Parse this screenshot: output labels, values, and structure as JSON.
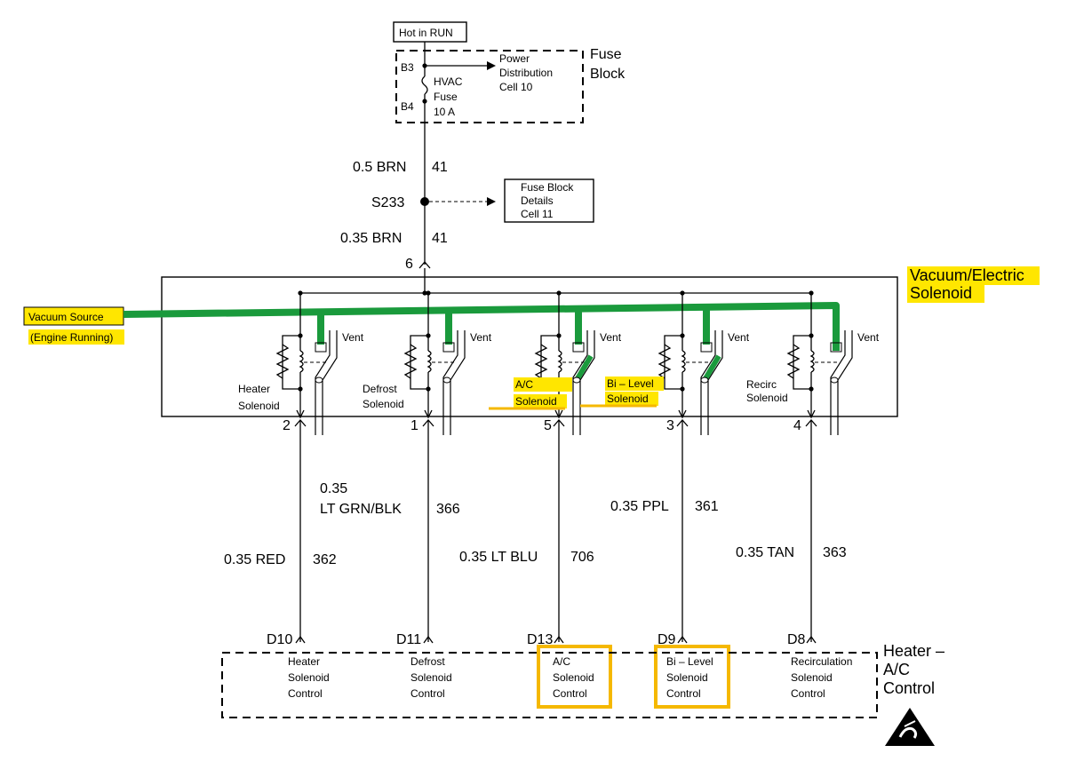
{
  "power": {
    "label": "Hot in RUN"
  },
  "fuse_block": {
    "title_line1": "Fuse",
    "title_line2": "Block",
    "pin_top": "B3",
    "pin_bottom": "B4",
    "fuse_line1": "HVAC",
    "fuse_line2": "Fuse",
    "fuse_line3": "10 A",
    "ref_line1": "Power",
    "ref_line2": "Distribution",
    "ref_line3": "Cell 10"
  },
  "feed": {
    "wire1_size": "0.5 BRN",
    "wire1_num": "41",
    "splice": "S233",
    "wire2_size": "0.35 BRN",
    "wire2_num": "41",
    "ref_line1": "Fuse Block",
    "ref_line2": "Details",
    "ref_line3": "Cell 11",
    "connector_pin": "6"
  },
  "solenoid_module": {
    "title_line1": "Vacuum/Electric",
    "title_line2": "Solenoid",
    "vacuum_source_line1": "Vacuum Source",
    "vacuum_source_line2": "(Engine Running)",
    "vent_label": "Vent",
    "solenoids": [
      {
        "line1": "Heater",
        "line2": "Solenoid",
        "pin": "2"
      },
      {
        "line1": "Defrost",
        "line2": "Solenoid",
        "pin": "1"
      },
      {
        "line1": "A/C",
        "line2": "Solenoid",
        "pin": "5"
      },
      {
        "line1": "Bi – Level",
        "line2": "Solenoid",
        "pin": "3"
      },
      {
        "line1": "Recirc",
        "line2": "Solenoid",
        "pin": "4"
      }
    ]
  },
  "wires": [
    {
      "size": "0.35 RED",
      "num": "362"
    },
    {
      "size_line1": "0.35",
      "size_line2": "LT GRN/BLK",
      "num": "366"
    },
    {
      "size": "0.35 LT BLU",
      "num": "706"
    },
    {
      "size": "0.35 PPL",
      "num": "361"
    },
    {
      "size": "0.35 TAN",
      "num": "363"
    }
  ],
  "control": {
    "title_line1": "Heater –",
    "title_line2": "A/C",
    "title_line3": "Control",
    "terminals": [
      {
        "pin": "D10",
        "line1": "Heater",
        "line2": "Solenoid",
        "line3": "Control"
      },
      {
        "pin": "D11",
        "line1": "Defrost",
        "line2": "Solenoid",
        "line3": "Control"
      },
      {
        "pin": "D13",
        "line1": "A/C",
        "line2": "Solenoid",
        "line3": "Control"
      },
      {
        "pin": "D9",
        "line1": "Bi – Level",
        "line2": "Solenoid",
        "line3": "Control"
      },
      {
        "pin": "D8",
        "line1": "Recirculation",
        "line2": "Solenoid",
        "line3": "Control"
      }
    ]
  },
  "colors": {
    "vacuum_line": "#1a9a3c",
    "highlight": "#ffe600",
    "outline_highlight": "#f5b800"
  },
  "icons": {
    "esd": "esd-warning-icon"
  }
}
